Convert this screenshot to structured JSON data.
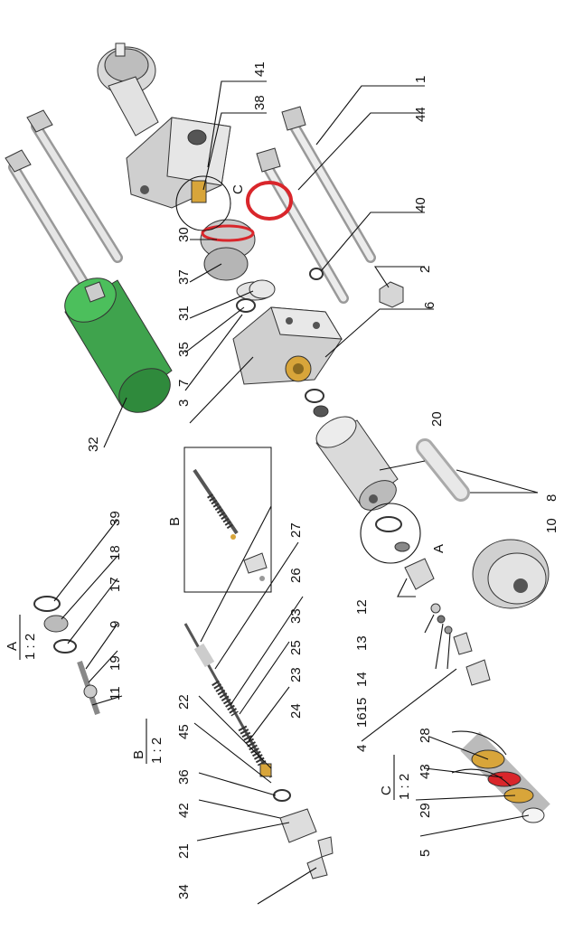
{
  "colors": {
    "cylinder_green": "#3fa34d",
    "seal_red": "#d9262b",
    "brass": "#d8a53a",
    "metal": "#d9d9d9",
    "metal_dark": "#8c8c8c"
  },
  "detail_labels": {
    "a": {
      "letter": "A",
      "scale": "1 : 2"
    },
    "b": {
      "letter": "B",
      "scale": "1 : 2"
    },
    "c": {
      "letter": "C",
      "scale": "1 : 2"
    }
  },
  "view_markers": {
    "a": "A",
    "b": "B",
    "c": "C"
  },
  "callouts": {
    "n1": "1",
    "n2": "2",
    "n3": "3",
    "n4": "4",
    "n5": "5",
    "n6": "6",
    "n7": "7",
    "n8": "8",
    "n9": "9",
    "n10": "10",
    "n11": "11",
    "n12": "12",
    "n13": "13",
    "n14": "14",
    "n1615": "1615",
    "n17": "17",
    "n18": "18",
    "n19": "19",
    "n20": "20",
    "n21": "21",
    "n22": "22",
    "n23": "23",
    "n24": "24",
    "n25": "25",
    "n26": "26",
    "n27": "27",
    "n28": "28",
    "n29": "29",
    "n30": "30",
    "n31": "31",
    "n32": "32",
    "n33": "33",
    "n34": "34",
    "n35": "35",
    "n36": "36",
    "n37": "37",
    "n38": "38",
    "n39": "39",
    "n40": "40",
    "n41": "41",
    "n42": "42",
    "n43": "43",
    "n44": "44",
    "n45": "45"
  }
}
